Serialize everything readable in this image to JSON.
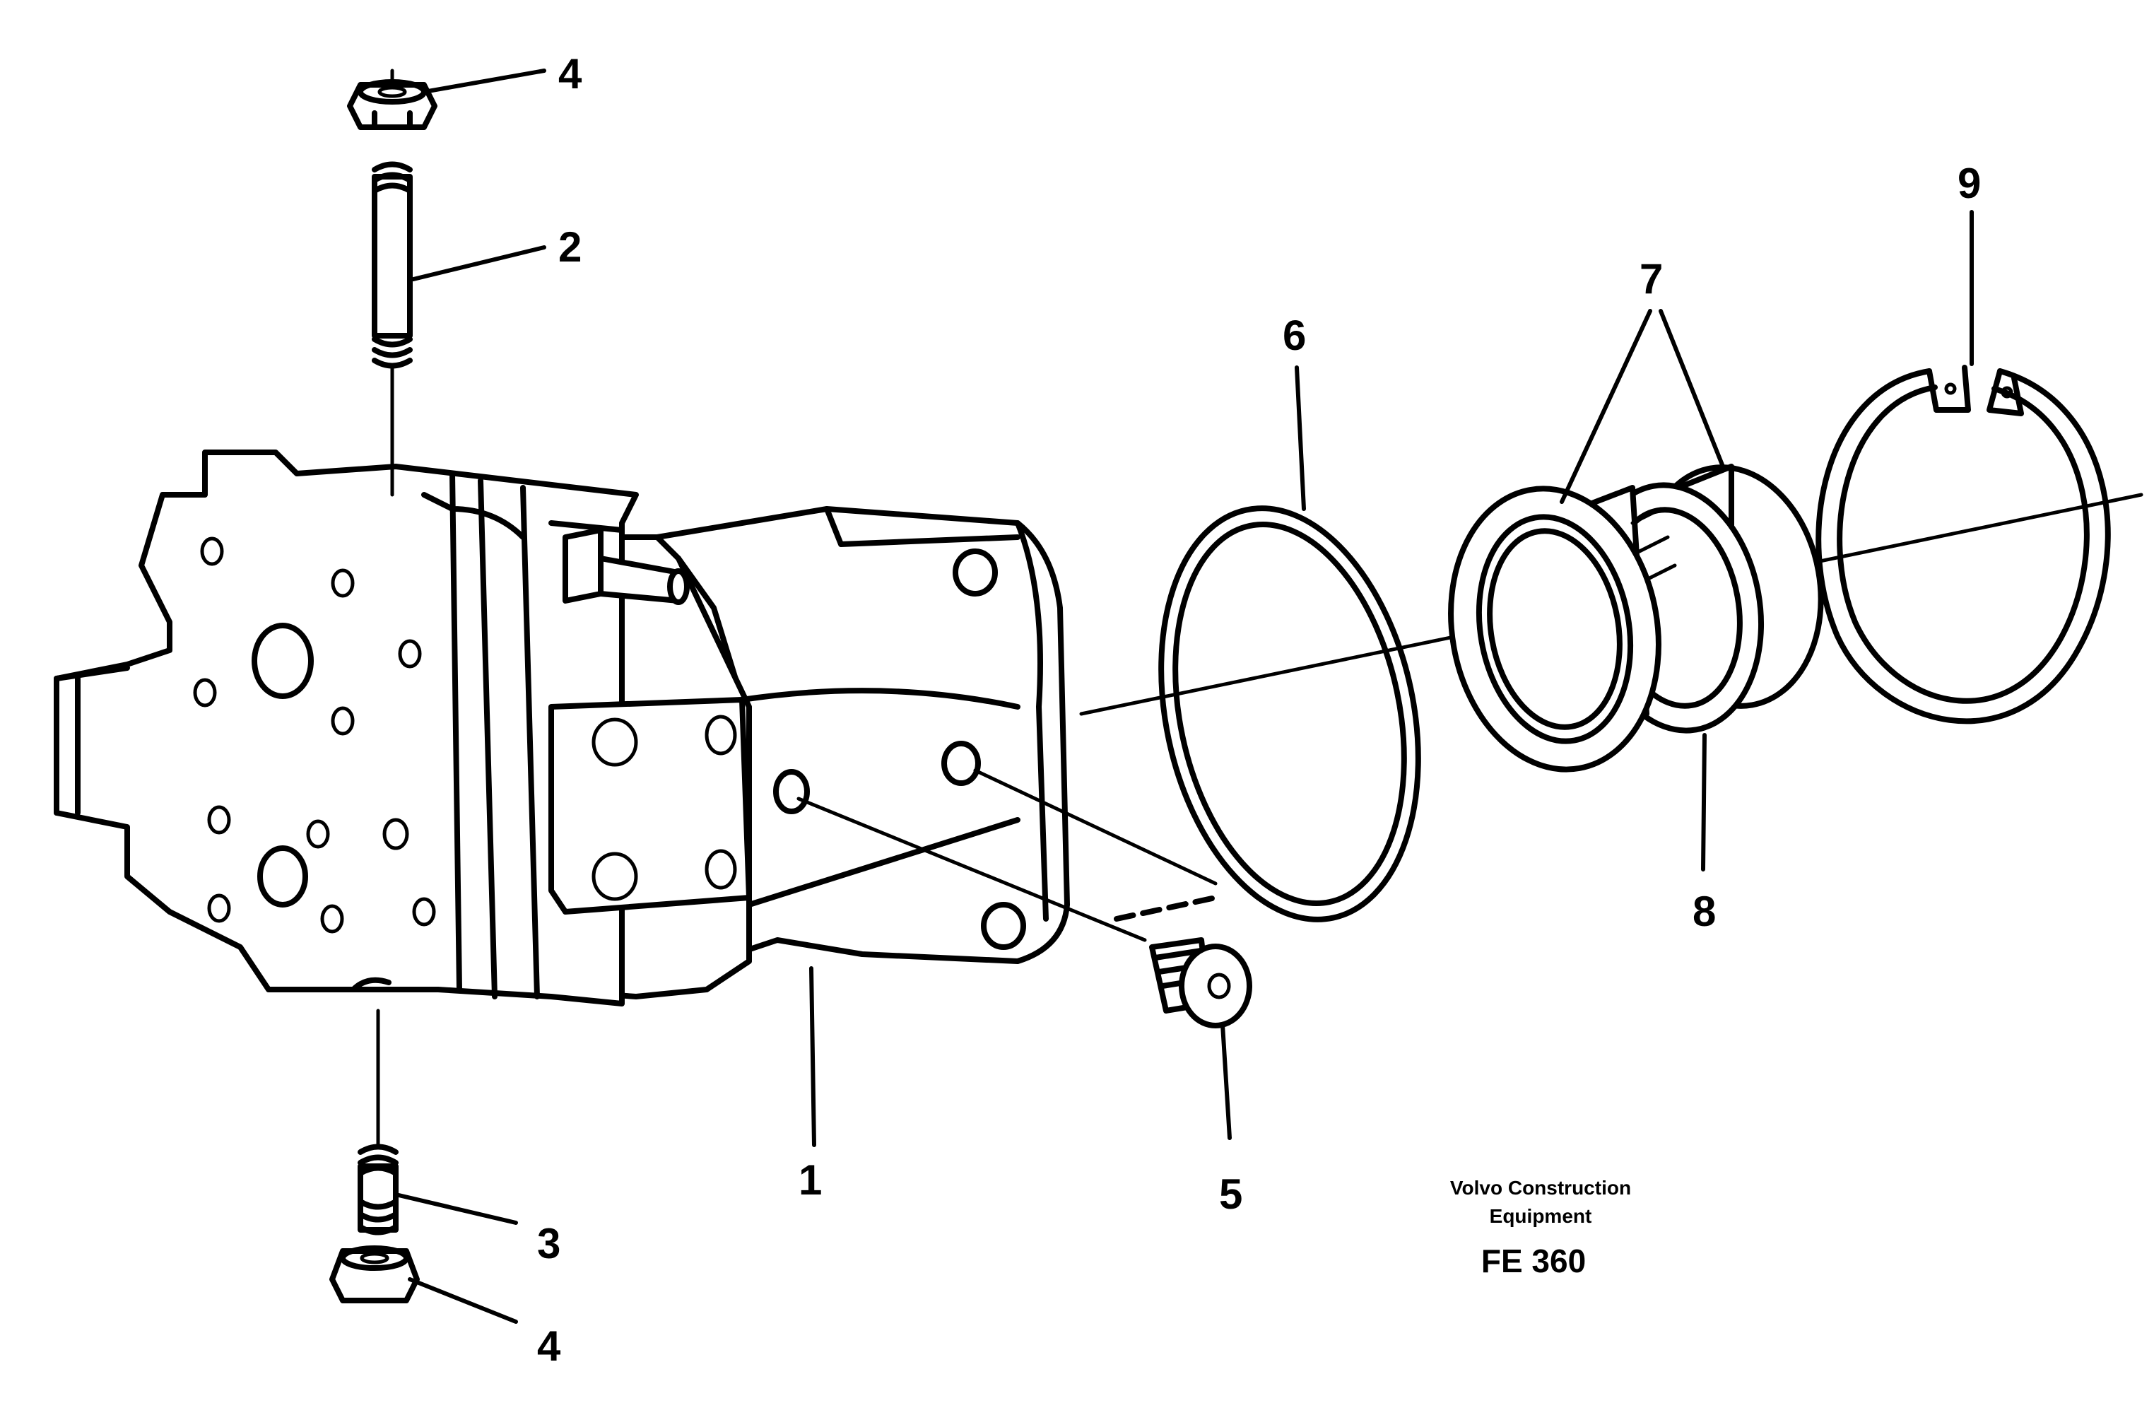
{
  "callouts": {
    "c1": "1",
    "c2": "2",
    "c3": "3",
    "c4_top": "4",
    "c4_bottom": "4",
    "c5": "5",
    "c6": "6",
    "c7": "7",
    "c8": "8",
    "c9": "9"
  },
  "brand": {
    "line1": "Volvo Construction",
    "line2": "Equipment"
  },
  "drawing_code": "FE 360"
}
